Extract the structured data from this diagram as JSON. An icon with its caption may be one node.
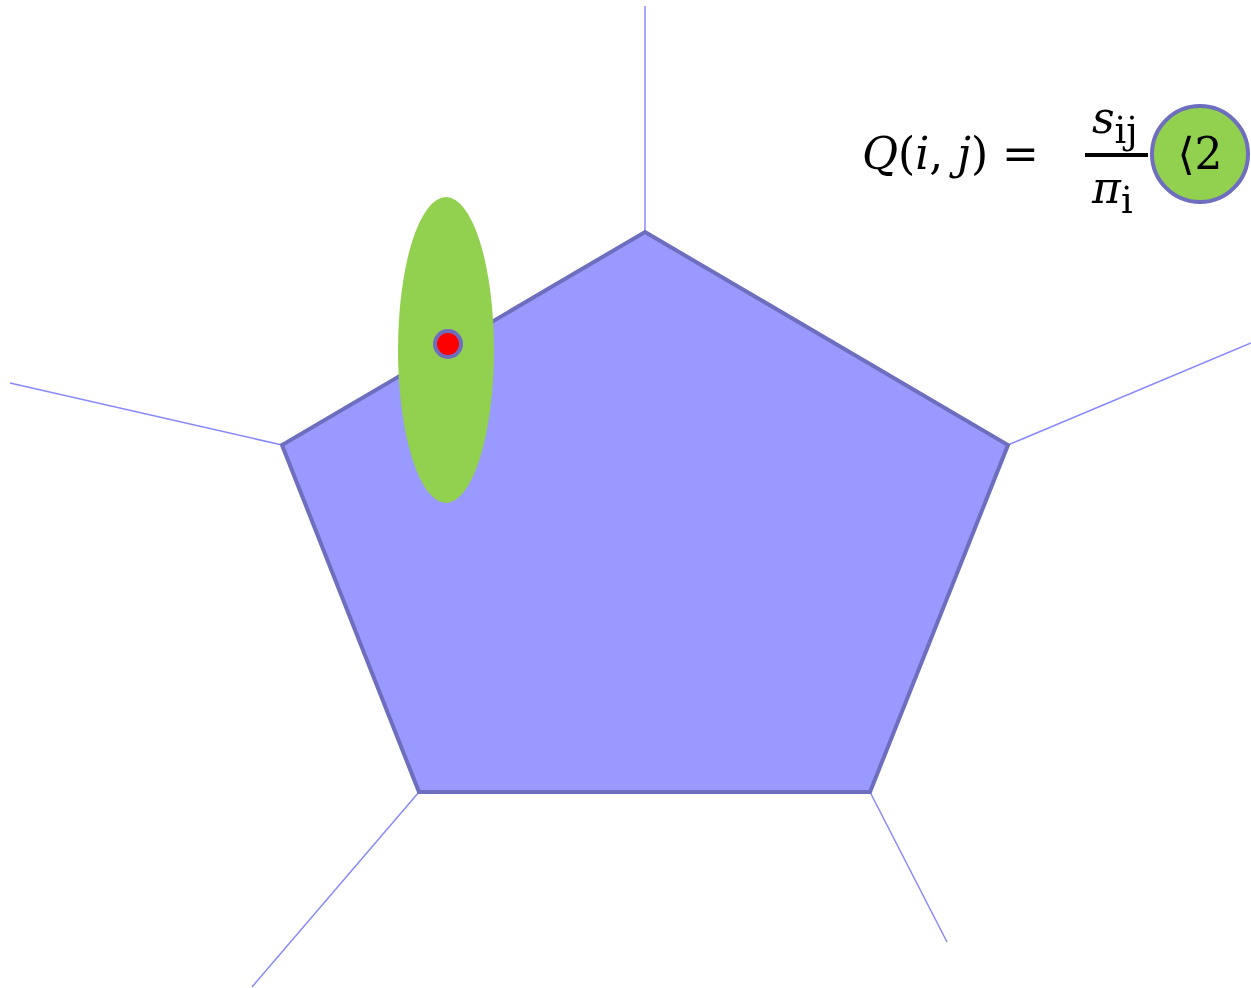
{
  "diagram": {
    "nodes": [
      {
        "text": [
          "⟨2"
        ]
      }
    ],
    "edges": [],
    "labels": [
      "*Q*(*i*, *j*) =",
      "*s*$_{ij}$",
      "*π*$_{i}$"
    ]
  }
}
